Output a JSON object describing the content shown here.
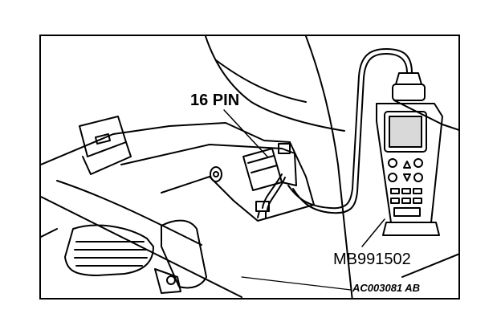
{
  "figure": {
    "code": "AC003081 AB",
    "connector_label": "16 PIN",
    "tool_label": "MB991502"
  },
  "colors": {
    "line": "#000000",
    "background": "#ffffff",
    "screen": "#d9d9d9"
  }
}
